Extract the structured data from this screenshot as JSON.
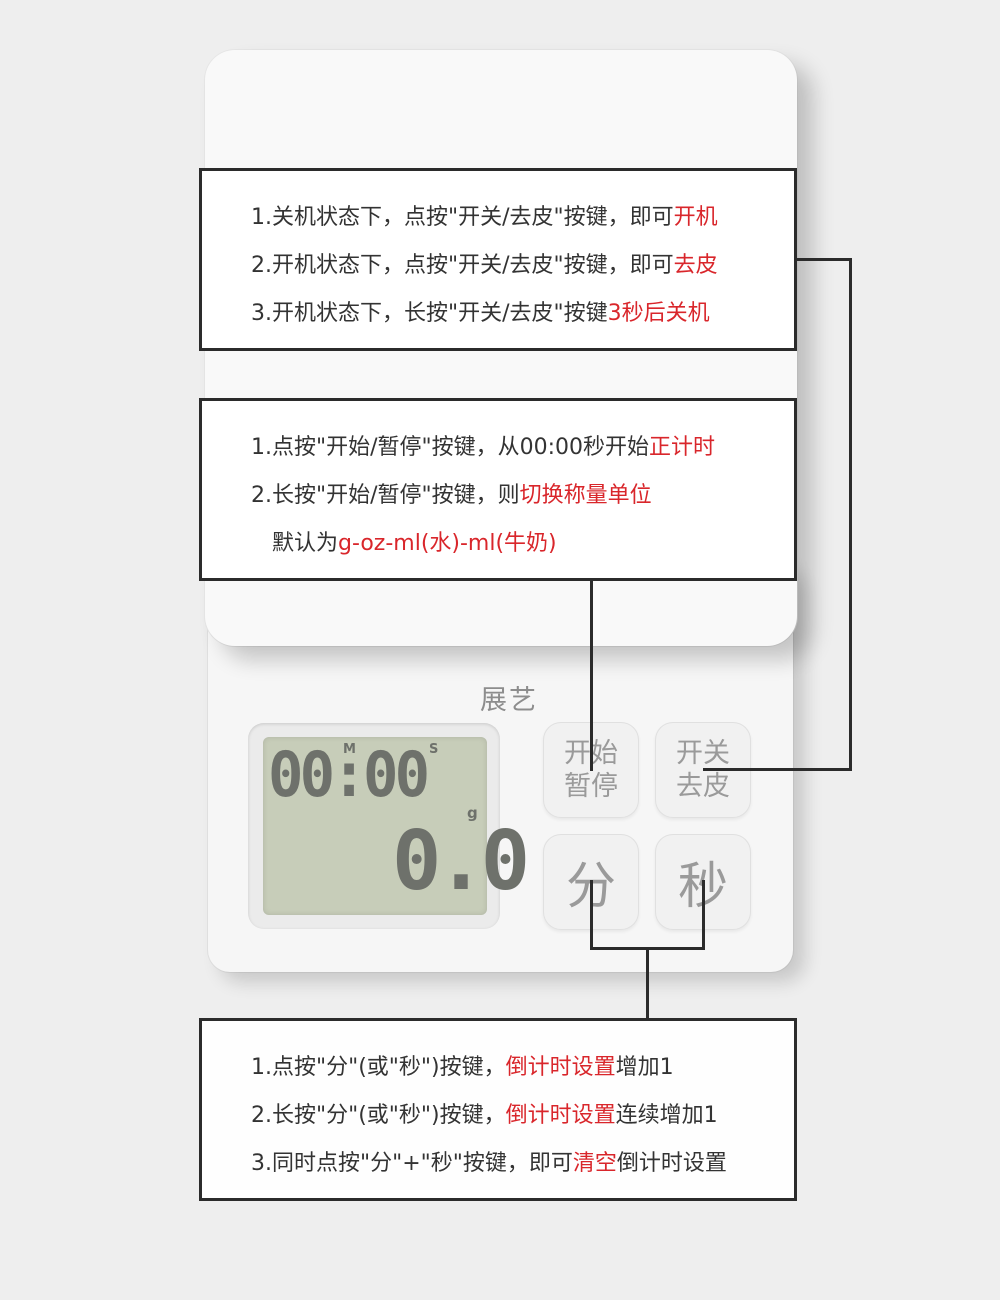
{
  "device": {
    "brand": "展艺",
    "lcd": {
      "time": "00:00",
      "weight": "0.0",
      "minute_indicator": "M",
      "second_indicator": "S",
      "unit": "g"
    },
    "buttons": {
      "start_line1": "开始",
      "start_line2": "暂停",
      "power_line1": "开关",
      "power_line2": "去皮",
      "minute": "分",
      "second": "秒"
    }
  },
  "callouts": {
    "power": {
      "l1_prefix": "1.关机状态下，点按\"开关/去皮\"按键，即可",
      "l1_highlight": "开机",
      "l2_prefix": "2.开机状态下，点按\"开关/去皮\"按键，即可",
      "l2_highlight": "去皮",
      "l3_prefix": "3.开机状态下，长按\"开关/去皮\"按键",
      "l3_highlight": "3秒后关机"
    },
    "start": {
      "l1_prefix": "1.点按\"开始/暂停\"按键，从00:00秒开始",
      "l1_highlight": "正计时",
      "l2_prefix": "2.长按\"开始/暂停\"按键，则",
      "l2_highlight": "切换称量单位",
      "l3_prefix": "默认为",
      "l3_highlight": "g-oz-ml(水)-ml(牛奶)"
    },
    "minsec": {
      "l1_prefix": "1.点按\"分\"(或\"秒\")按键，",
      "l1_highlight": "倒计时设置",
      "l1_suffix": "增加1",
      "l2_prefix": "2.长按\"分\"(或\"秒\")按键，",
      "l2_highlight": "倒计时设置",
      "l2_suffix": "连续增加1",
      "l3_prefix": "3.同时点按\"分\"+\"秒\"按键，即可",
      "l3_highlight": "清空",
      "l3_suffix": "倒计时设置"
    }
  },
  "colors": {
    "highlight": "#d9262b",
    "text": "#333333",
    "border": "#2b2b2b"
  }
}
